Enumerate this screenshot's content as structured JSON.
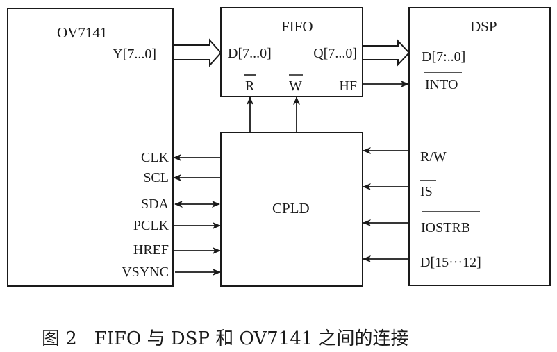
{
  "caption": "图 2   FIFO 与 DSP 和 OV7141 之间的连接",
  "blocks": {
    "ov7141": {
      "title": "OV7141",
      "bus_out": "Y[7...0]",
      "pins": [
        "CLK",
        "SCL",
        "SDA",
        "PCLK",
        "HREF",
        "VSYNC"
      ]
    },
    "fifo": {
      "title": "FIFO",
      "data_in": "D[7...0]",
      "data_out": "Q[7...0]",
      "read": "R",
      "write": "W",
      "half_full": "HF"
    },
    "dsp": {
      "title": "DSP",
      "data_in": "D[7:..0]",
      "interrupt": "INTO",
      "pins": [
        "R/W",
        "IS",
        "IOSTRB",
        "D[15···12]"
      ]
    },
    "cpld": {
      "title": "CPLD"
    }
  },
  "connections": [
    {
      "from": "OV7141.Y[7...0]",
      "to": "FIFO.D[7...0]",
      "type": "bus"
    },
    {
      "from": "FIFO.Q[7...0]",
      "to": "DSP.D[7:..0]",
      "type": "bus"
    },
    {
      "from": "FIFO.HF",
      "to": "DSP.INTO",
      "type": "signal"
    },
    {
      "from": "CPLD",
      "to": "FIFO.R",
      "type": "signal"
    },
    {
      "from": "CPLD",
      "to": "FIFO.W",
      "type": "signal"
    },
    {
      "from": "CPLD",
      "to": "OV7141.CLK",
      "type": "signal"
    },
    {
      "from": "CPLD",
      "to": "OV7141.SCL",
      "type": "signal"
    },
    {
      "from": "CPLD",
      "to": "OV7141.SDA",
      "type": "bidirectional"
    },
    {
      "from": "OV7141.PCLK",
      "to": "CPLD",
      "type": "signal"
    },
    {
      "from": "OV7141.HREF",
      "to": "CPLD",
      "type": "signal"
    },
    {
      "from": "OV7141.VSYNC",
      "to": "CPLD",
      "type": "signal"
    },
    {
      "from": "DSP.R/W",
      "to": "CPLD",
      "type": "signal"
    },
    {
      "from": "DSP.IS",
      "to": "CPLD",
      "type": "signal"
    },
    {
      "from": "DSP.IOSTRB",
      "to": "CPLD",
      "type": "signal"
    },
    {
      "from": "DSP.D[15···12]",
      "to": "CPLD",
      "type": "signal"
    }
  ]
}
